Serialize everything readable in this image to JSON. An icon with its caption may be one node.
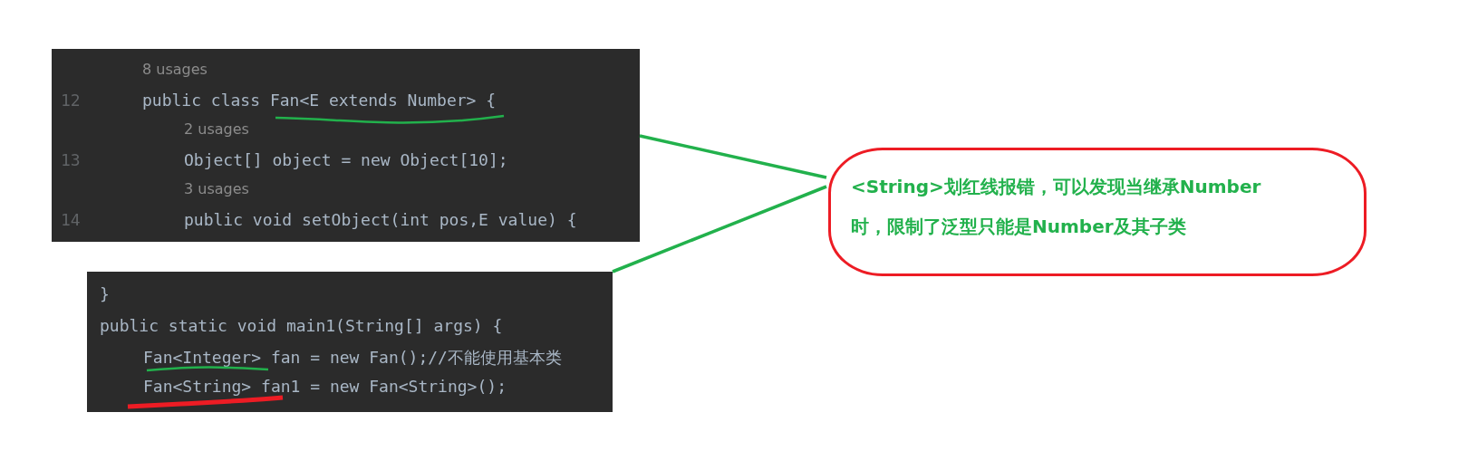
{
  "diagram": {
    "nodes": [
      {
        "text": [
          "8 usages",
          "12",
          "public class Fan<E extends Number> {",
          "2 usages",
          "13",
          "Object[] object = new Object[10];",
          "3 usages",
          "14",
          "public void setObject(int pos,E value) {"
        ]
      },
      {
        "text": [
          "}",
          "public static void main1(String[] args) {",
          "Fan<Integer> fan = new Fan();//不能使用基本类",
          "Fan<String> fan1 = new Fan<String>();"
        ]
      },
      {
        "text": [
          "<String>划红线报错，可以发现当继承Number时，限制了泛型只能是Number及其子类"
        ]
      }
    ],
    "edges": [
      {
        "from": 0,
        "to": 2,
        "arrow": "none",
        "color": "#22b14c"
      },
      {
        "from": 1,
        "to": 2,
        "arrow": "none",
        "color": "#22b14c"
      }
    ]
  }
}
